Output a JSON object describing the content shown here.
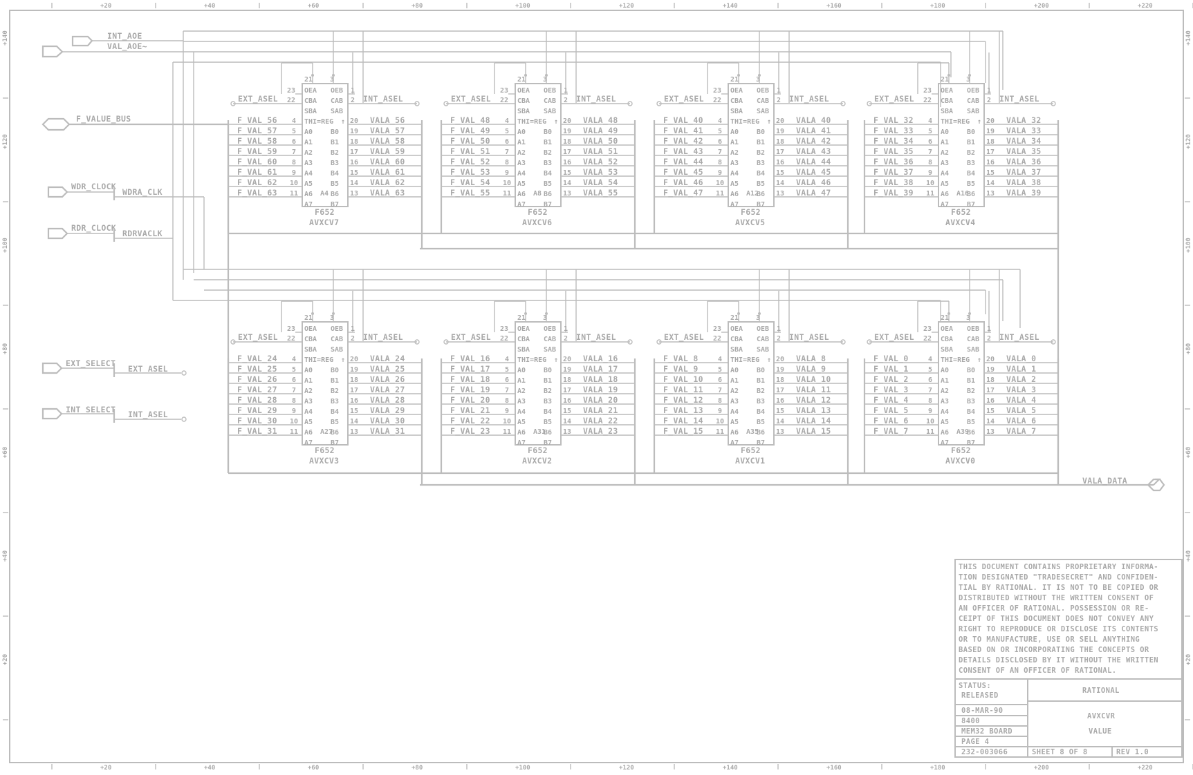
{
  "ruler": {
    "top": [
      "+20",
      "+40",
      "+60",
      "+80",
      "+100",
      "+120",
      "+140",
      "+160",
      "+180",
      "+200",
      "+220"
    ],
    "bottom": [
      "+20",
      "+40",
      "+60",
      "+80",
      "+100",
      "+120",
      "+140",
      "+160",
      "+180",
      "+200",
      "+220"
    ],
    "left": [
      "+140",
      "+120",
      "+100",
      "+80",
      "+60",
      "+40",
      "+20"
    ],
    "right": [
      "+140",
      "+120",
      "+100",
      "+80",
      "+60",
      "+40",
      "+20"
    ]
  },
  "ports": {
    "int_aoe": "INT_AOE",
    "val_aoe": "VAL_AOE~",
    "f_value_bus": "F_VALUE_BUS",
    "wdr_clock": "WDR_CLOCK",
    "wdra_clk": "WDRA_CLK",
    "rdr_clock": "RDR_CLOCK",
    "rdrvaclk": "RDRVACLK",
    "ext_select": "EXT_SELECT",
    "ext_asel": "EXT_ASEL",
    "int_select": "INT_SELECT",
    "int_asel": "INT_ASEL",
    "vala_data": "VALA_DATA"
  },
  "chip": {
    "part": "F652",
    "left_pins": [
      "OEA",
      "CBA",
      "SBA",
      "THI=REG",
      "A0",
      "A1",
      "A2",
      "A3",
      "A4",
      "A5",
      "A6",
      "A7"
    ],
    "right_pins": [
      "OEB",
      "CAB",
      "SAB",
      "",
      "B0",
      "B1",
      "B2",
      "B3",
      "B4",
      "B5",
      "B6",
      "B7"
    ],
    "top_pins": [
      "21",
      "3"
    ],
    "ctrl_in_num": [
      "23",
      "22"
    ],
    "ctrl_out_num": [
      "1",
      "2"
    ],
    "a_nums": [
      "4",
      "5",
      "6",
      "7",
      "8",
      "9",
      "10",
      "11"
    ],
    "b_nums": [
      "20",
      "19",
      "18",
      "17",
      "16",
      "15",
      "14",
      "13"
    ],
    "ext_label": "EXT_ASEL",
    "int_label": "INT_ASEL"
  },
  "chips": [
    {
      "name": "AVXCV7",
      "loc": "A4",
      "base": 56
    },
    {
      "name": "AVXCV6",
      "loc": "A8",
      "base": 48
    },
    {
      "name": "AVXCV5",
      "loc": "A12",
      "base": 40
    },
    {
      "name": "AVXCV4",
      "loc": "A16",
      "base": 32
    },
    {
      "name": "AVXCV3",
      "loc": "A27",
      "base": 24
    },
    {
      "name": "AVXCV2",
      "loc": "A31",
      "base": 16
    },
    {
      "name": "AVXCV1",
      "loc": "A35",
      "base": 8
    },
    {
      "name": "AVXCV0",
      "loc": "A39",
      "base": 0
    }
  ],
  "notice": [
    "THIS DOCUMENT CONTAINS PROPRIETARY INFORMA-",
    "TION DESIGNATED \"TRADESECRET\" AND CONFIDEN-",
    "TIAL BY RATIONAL. IT IS NOT TO BE COPIED OR",
    "DISTRIBUTED WITHOUT THE WRITTEN CONSENT OF",
    "AN OFFICER OF RATIONAL. POSSESSION OR RE-",
    "CEIPT OF THIS DOCUMENT DOES NOT CONVEY ANY",
    "RIGHT TO REPRODUCE OR DISCLOSE ITS CONTENTS",
    "OR TO MANUFACTURE, USE OR SELL ANYTHING",
    "BASED ON OR INCORPORATING THE CONCEPTS OR",
    "DETAILS DISCLOSED BY IT WITHOUT THE WRITTEN",
    "CONSENT OF AN OFFICER OF RATIONAL."
  ],
  "titleblock": {
    "status_label": "STATUS:",
    "status_value": "RELEASED",
    "company": "RATIONAL",
    "date": "08-MAR-90",
    "code": "8400",
    "board": "MEM32 BOARD",
    "page": "PAGE  4",
    "title1": "AVXCVR",
    "title2": "VALUE",
    "docnum": "232-003066",
    "sheet": "SHEET  8 OF 8",
    "rev": "REV  1.0"
  }
}
